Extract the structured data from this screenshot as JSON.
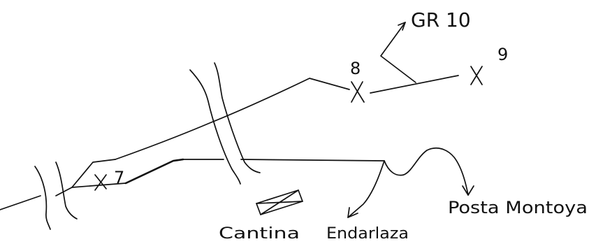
{
  "map": {
    "waypoints": [
      {
        "id": "7",
        "label": "7"
      },
      {
        "id": "8",
        "label": "8"
      },
      {
        "id": "9",
        "label": "9"
      }
    ],
    "route_labels": {
      "gr10": "GR 10"
    },
    "places": {
      "cantina": "Cantina",
      "endarlaza": "Endarlaza",
      "posta_montoya": "Posta Montoya"
    },
    "ink_color": "#111111",
    "background_color": "#ffffff"
  }
}
